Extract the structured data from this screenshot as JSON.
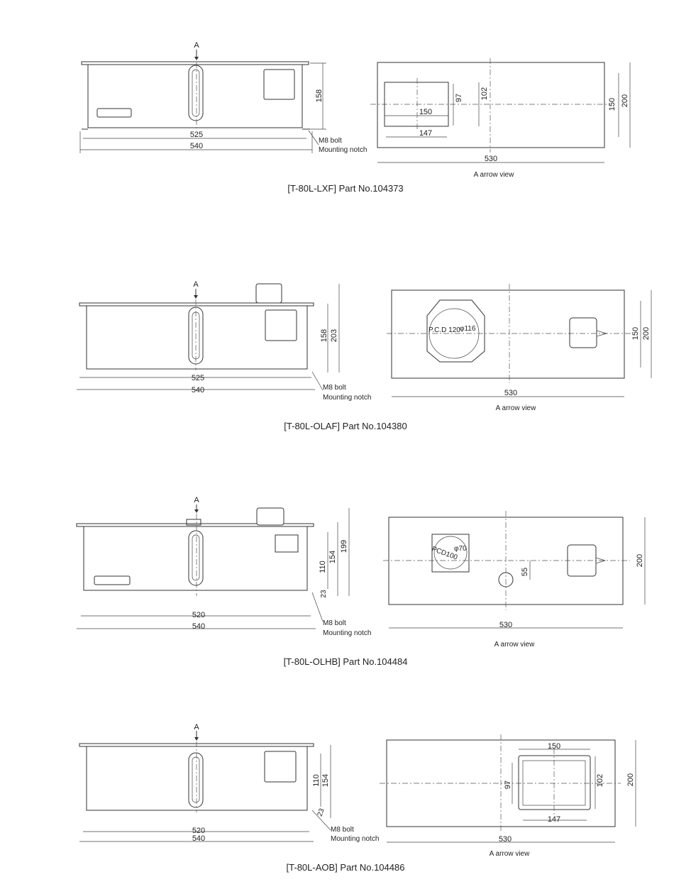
{
  "drawings": [
    {
      "caption": "[T-80L-LXF] Part No.104373",
      "side_view": {
        "arrow_label": "A",
        "dims": {
          "inner_width": "525",
          "outer_width": "540",
          "height": "158"
        },
        "notes": {
          "bolt": "M8 bolt",
          "notch": "Mounting notch"
        }
      },
      "arrow_view": {
        "title": "A arrow view",
        "dims": {
          "width": "530",
          "height": "200",
          "mount_span": "150",
          "cover_w": "150",
          "cover_bolt_w": "147",
          "cover_bolt_h": "97",
          "cover_h": "102"
        }
      }
    },
    {
      "caption": "[T-80L-OLAF] Part No.104380",
      "side_view": {
        "arrow_label": "A",
        "dims": {
          "inner_width": "525",
          "outer_width": "540",
          "height": "158",
          "total_height": "203"
        },
        "notes": {
          "bolt": "M8 bolt",
          "notch": "Mounting notch"
        }
      },
      "arrow_view": {
        "title": "A arrow view",
        "dims": {
          "width": "530",
          "height": "200",
          "mount_span": "150",
          "pcd": "P.C.D 120",
          "dia": "φ116"
        }
      }
    },
    {
      "caption": "[T-80L-OLHB] Part No.104484",
      "side_view": {
        "arrow_label": "A",
        "dims": {
          "inner_width": "520",
          "outer_width": "540",
          "notch_pitch": "110",
          "height": "154",
          "total_height": "199",
          "notch_offset": "23"
        },
        "notes": {
          "bolt": "M8 bolt",
          "notch": "Mounting notch"
        }
      },
      "arrow_view": {
        "title": "A arrow view",
        "dims": {
          "width": "530",
          "height": "200",
          "pcd": "PCD100",
          "dia": "φ70",
          "port_offset": "55"
        }
      }
    },
    {
      "caption": "[T-80L-AOB] Part No.104486",
      "side_view": {
        "arrow_label": "A",
        "dims": {
          "inner_width": "520",
          "outer_width": "540",
          "notch_pitch": "110",
          "height": "154",
          "notch_offset": "23"
        },
        "notes": {
          "bolt": "M8 bolt",
          "notch": "Mounting notch"
        }
      },
      "arrow_view": {
        "title": "A arrow view",
        "dims": {
          "width": "530",
          "height": "200",
          "cover_w": "150",
          "cover_bolt_w": "147",
          "cover_bolt_h": "97",
          "cover_h": "102"
        }
      }
    }
  ]
}
